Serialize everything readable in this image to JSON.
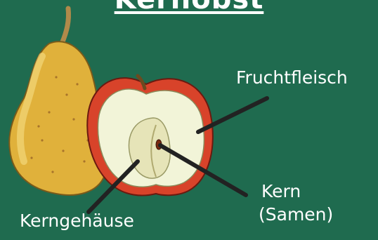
{
  "title": "Kernobst",
  "labels": {
    "fruchtfleisch": "Fruchtfleisch",
    "kern": "Kern",
    "samen": "(Samen)",
    "kerngehaeuse": "Kerngehäuse"
  },
  "colors": {
    "background": "#1f6b4f",
    "text": "#ffffff",
    "pointer": "#222222",
    "pear": "#e0b13b",
    "apple_skin": "#d8432a",
    "apple_flesh": "#f2f4d8"
  }
}
